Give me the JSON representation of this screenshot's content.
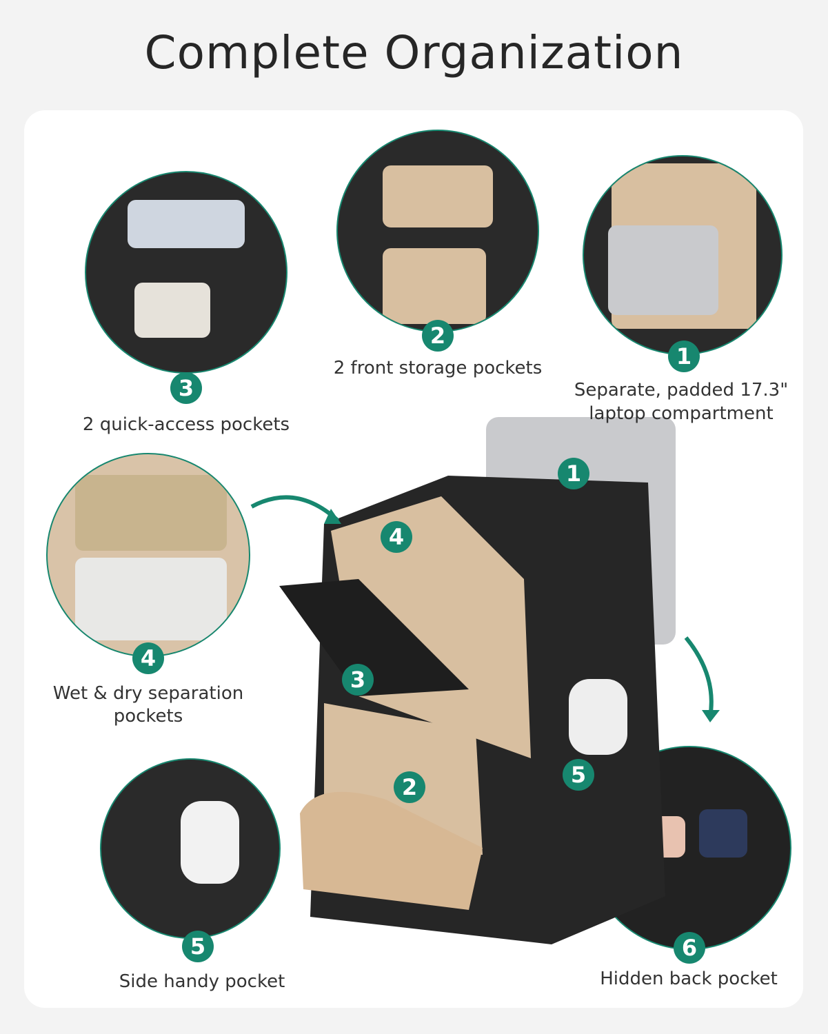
{
  "title": "Complete Organization",
  "features": [
    {
      "num": "1",
      "label": "Separate, padded 17.3\"",
      "label2": "laptop compartment"
    },
    {
      "num": "2",
      "label": "2 front storage pockets"
    },
    {
      "num": "3",
      "label": "2 quick-access pockets"
    },
    {
      "num": "4",
      "label": "Wet & dry separation",
      "label2": "pockets"
    },
    {
      "num": "5",
      "label": "Side handy pocket"
    },
    {
      "num": "6",
      "label": "Hidden back pocket"
    }
  ],
  "colors": {
    "accent": "#17876f",
    "bag": "#2a2a2a",
    "lining": "#d8bfa0"
  }
}
